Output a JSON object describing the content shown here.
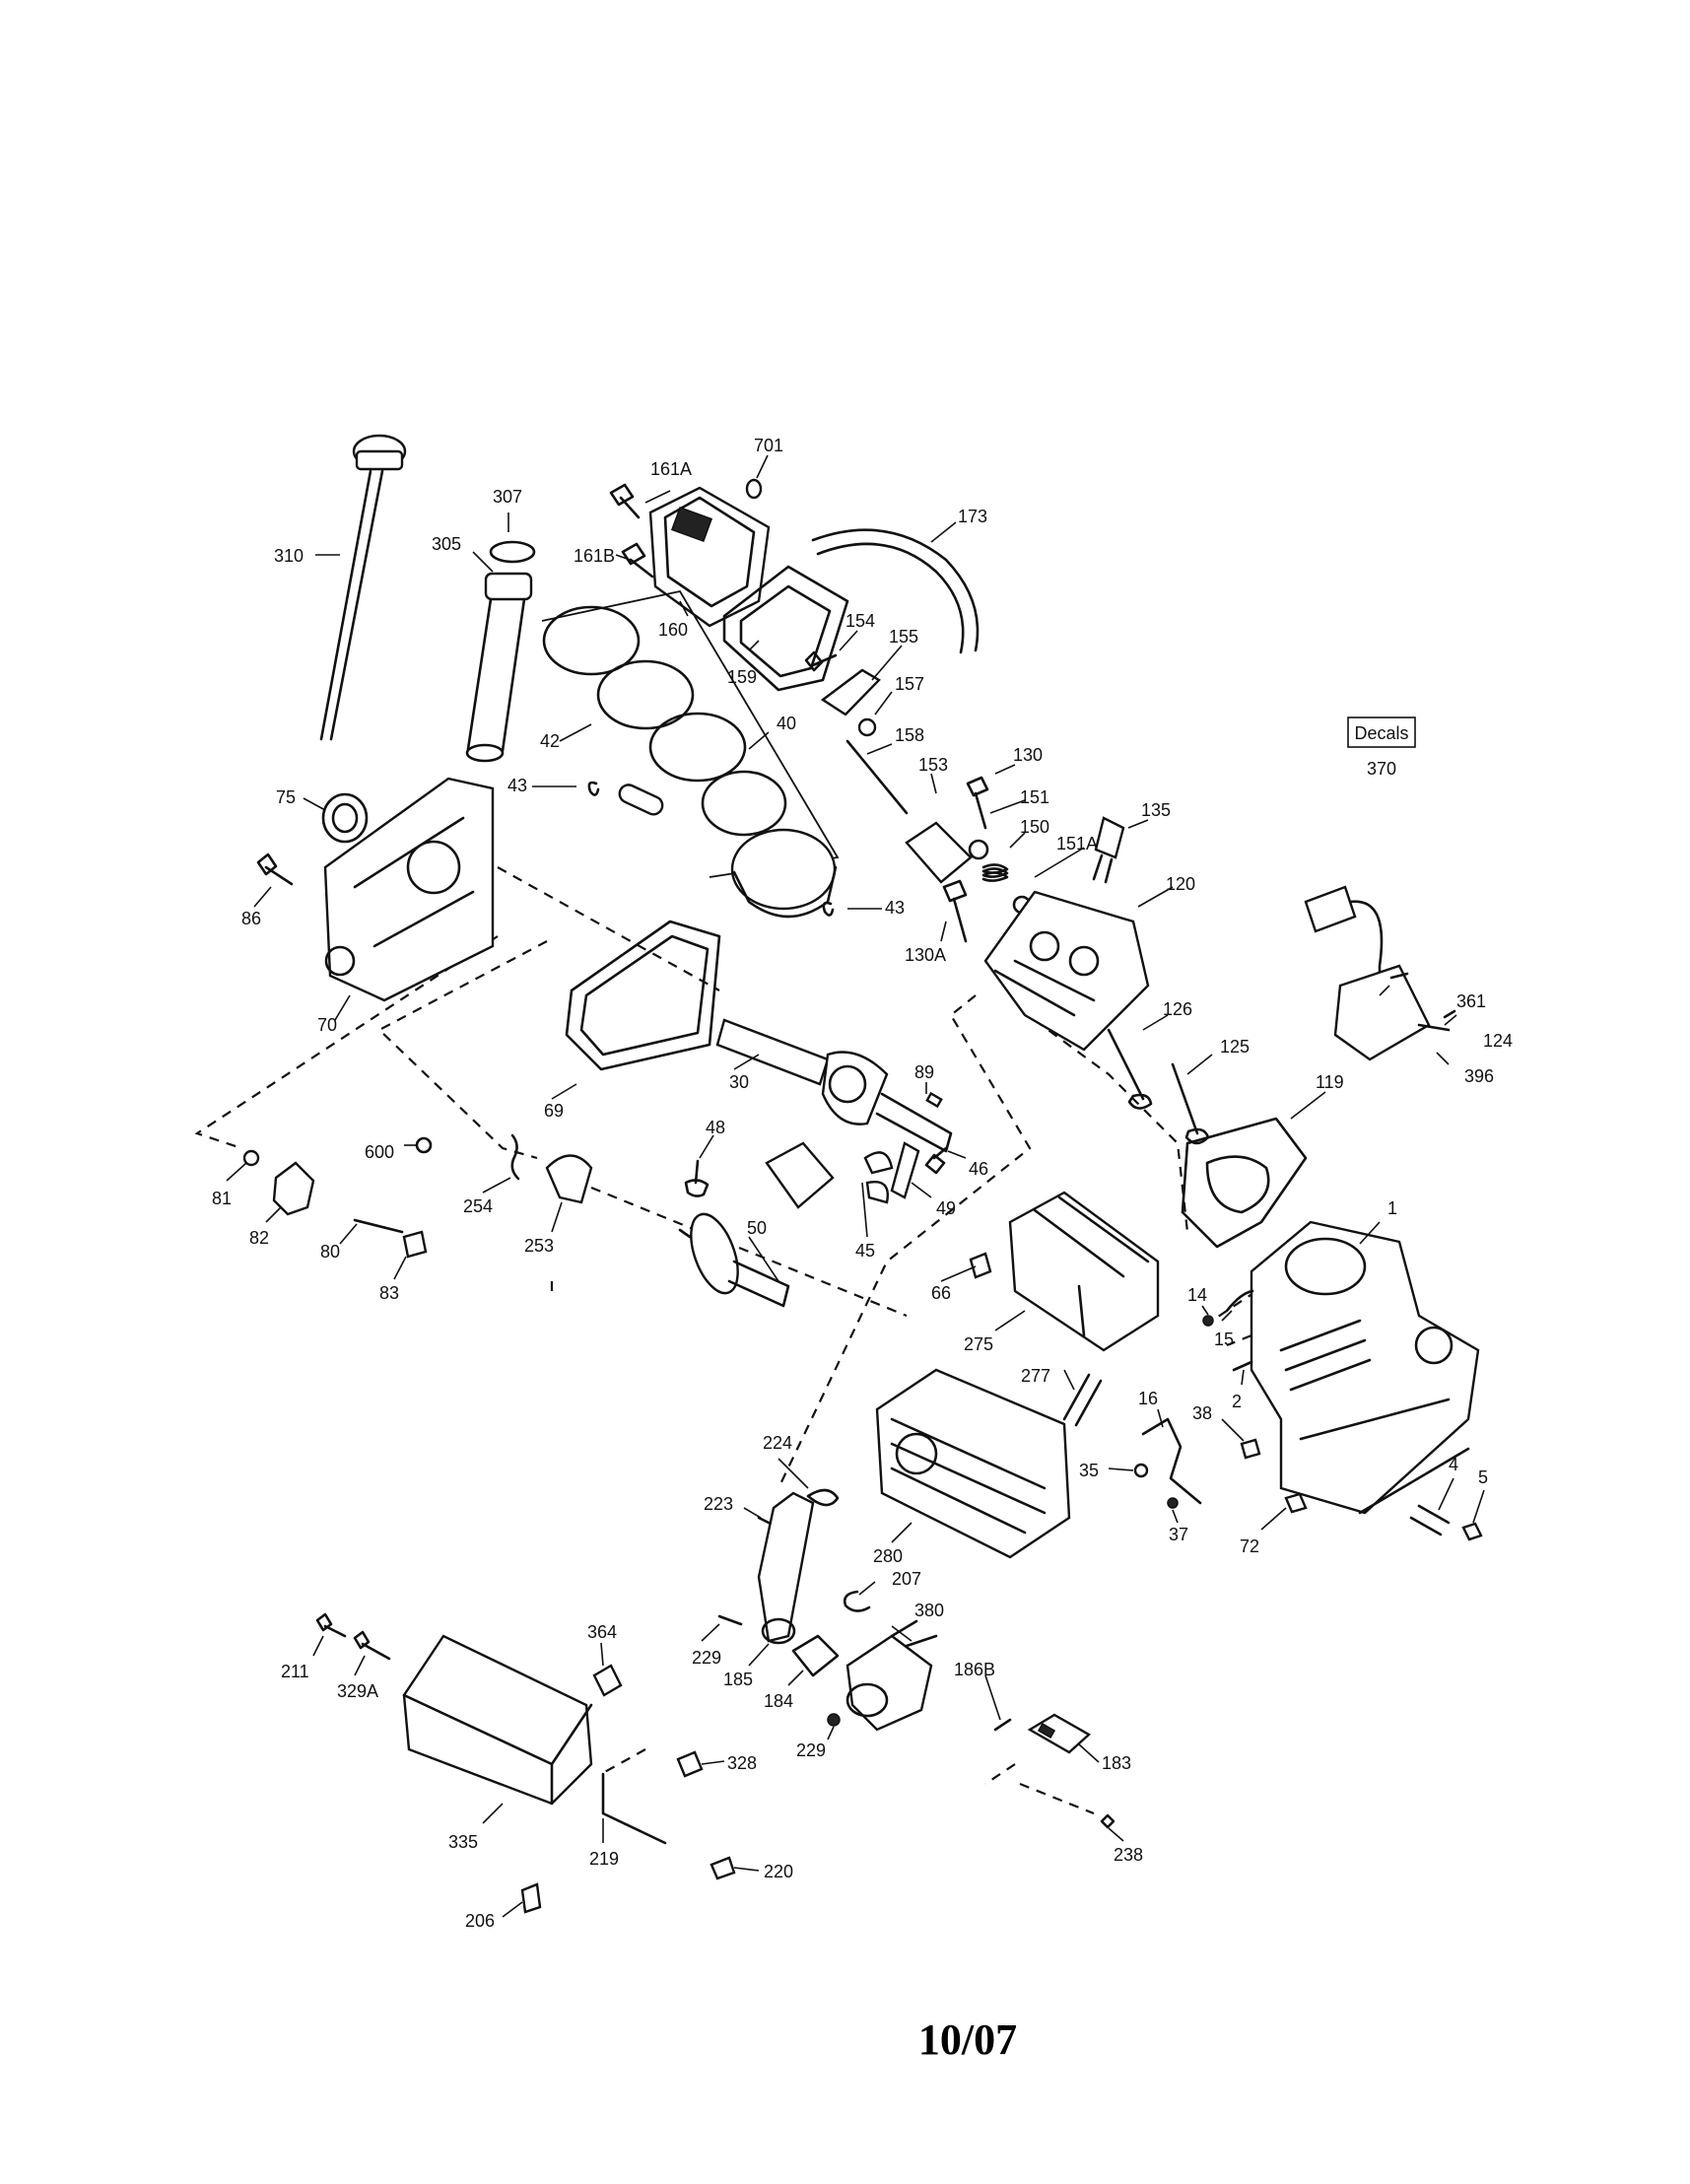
{
  "labels": [
    "310",
    "307",
    "305",
    "161A",
    "701",
    "173",
    "161B",
    "160",
    "159",
    "154",
    "155",
    "157",
    "158",
    "42",
    "40",
    "43",
    "43",
    "153",
    "130",
    "151",
    "150",
    "151A",
    "135",
    "120",
    "130A",
    "75",
    "86",
    "70",
    "69",
    "30",
    "89",
    "126",
    "125",
    "361",
    "124",
    "396",
    "119",
    "600",
    "81",
    "82",
    "80",
    "83",
    "254",
    "253",
    "48",
    "46",
    "49",
    "45",
    "50",
    "1",
    "66",
    "275",
    "14",
    "15",
    "2",
    "277",
    "16",
    "38",
    "35",
    "37",
    "4",
    "5",
    "72",
    "224",
    "223",
    "280",
    "207",
    "229",
    "185",
    "184",
    "380",
    "186B",
    "229",
    "183",
    "238",
    "211",
    "329A",
    "364",
    "328",
    "335",
    "219",
    "220",
    "206"
  ],
  "decals": {
    "box_label": "Decals",
    "ref": "370"
  },
  "footer": {
    "date": "10/07"
  }
}
